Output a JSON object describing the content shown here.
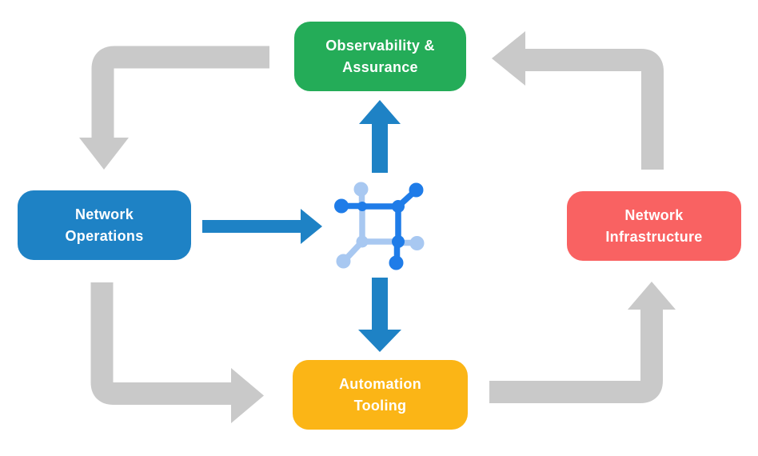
{
  "colors": {
    "background": "#FFFFFF",
    "green": "#24AC58",
    "blue": "#1E82C5",
    "red": "#F96262",
    "yellow": "#FBB516",
    "gray": "#C9C9C9",
    "arrow_blue": "#1E82C5",
    "icon_dark": "#1F7CE8",
    "icon_light": "#A8C8F1",
    "text": "#FFFFFF"
  },
  "diagram": {
    "nodes": [
      {
        "id": "observability-assurance",
        "label": "Observability &\nAssurance"
      },
      {
        "id": "network-operations",
        "label": "Network\nOperations"
      },
      {
        "id": "network-infrastructure",
        "label": "Network\nInfrastructure"
      },
      {
        "id": "automation-tooling",
        "label": "Automation\nTooling"
      }
    ],
    "center_icon": "network-mesh-icon",
    "flows": [
      {
        "from": "observability-assurance",
        "to": "network-operations",
        "style": "gray-elbow-arrow"
      },
      {
        "from": "network-operations",
        "to": "automation-tooling",
        "style": "gray-elbow-arrow"
      },
      {
        "from": "automation-tooling",
        "to": "network-infrastructure",
        "style": "gray-elbow-arrow"
      },
      {
        "from": "network-infrastructure",
        "to": "observability-assurance",
        "style": "gray-elbow-arrow"
      },
      {
        "from": "network-operations",
        "to": "center-icon",
        "style": "blue-arrow"
      },
      {
        "from": "center-icon",
        "to": "observability-assurance",
        "style": "blue-arrow"
      },
      {
        "from": "center-icon",
        "to": "automation-tooling",
        "style": "blue-arrow"
      }
    ]
  }
}
